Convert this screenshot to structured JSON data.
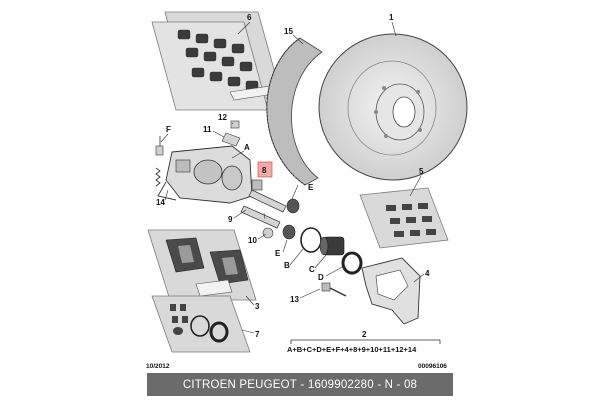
{
  "callouts": {
    "c1": "1",
    "c2": "2",
    "c3": "3",
    "c4": "4",
    "c5": "5",
    "c6": "6",
    "c7": "7",
    "c8": "8",
    "c9": "9",
    "c10": "10",
    "c11": "11",
    "c12": "12",
    "c13": "13",
    "c14": "14",
    "c15": "15",
    "cA": "A",
    "cB": "B",
    "cC": "C",
    "cD": "D",
    "cE1": "E",
    "cE2": "E",
    "cF": "F"
  },
  "formula": "A+B+C+D+E+F+4+8+9+10+11+12+14",
  "date_code": "10/2012",
  "drawing_number": "00096106",
  "footer": {
    "brand": "CITROEN PEUGEOT",
    "separator1": " - ",
    "part_number": "1609902280",
    "separator2": " - ",
    "sheet": "N - 08"
  },
  "colors": {
    "highlight": "#f4a9a9",
    "highlight_border": "#d23c3c",
    "box_fill": "#d9d9d9",
    "footer_bg": "#6b6b6b"
  }
}
